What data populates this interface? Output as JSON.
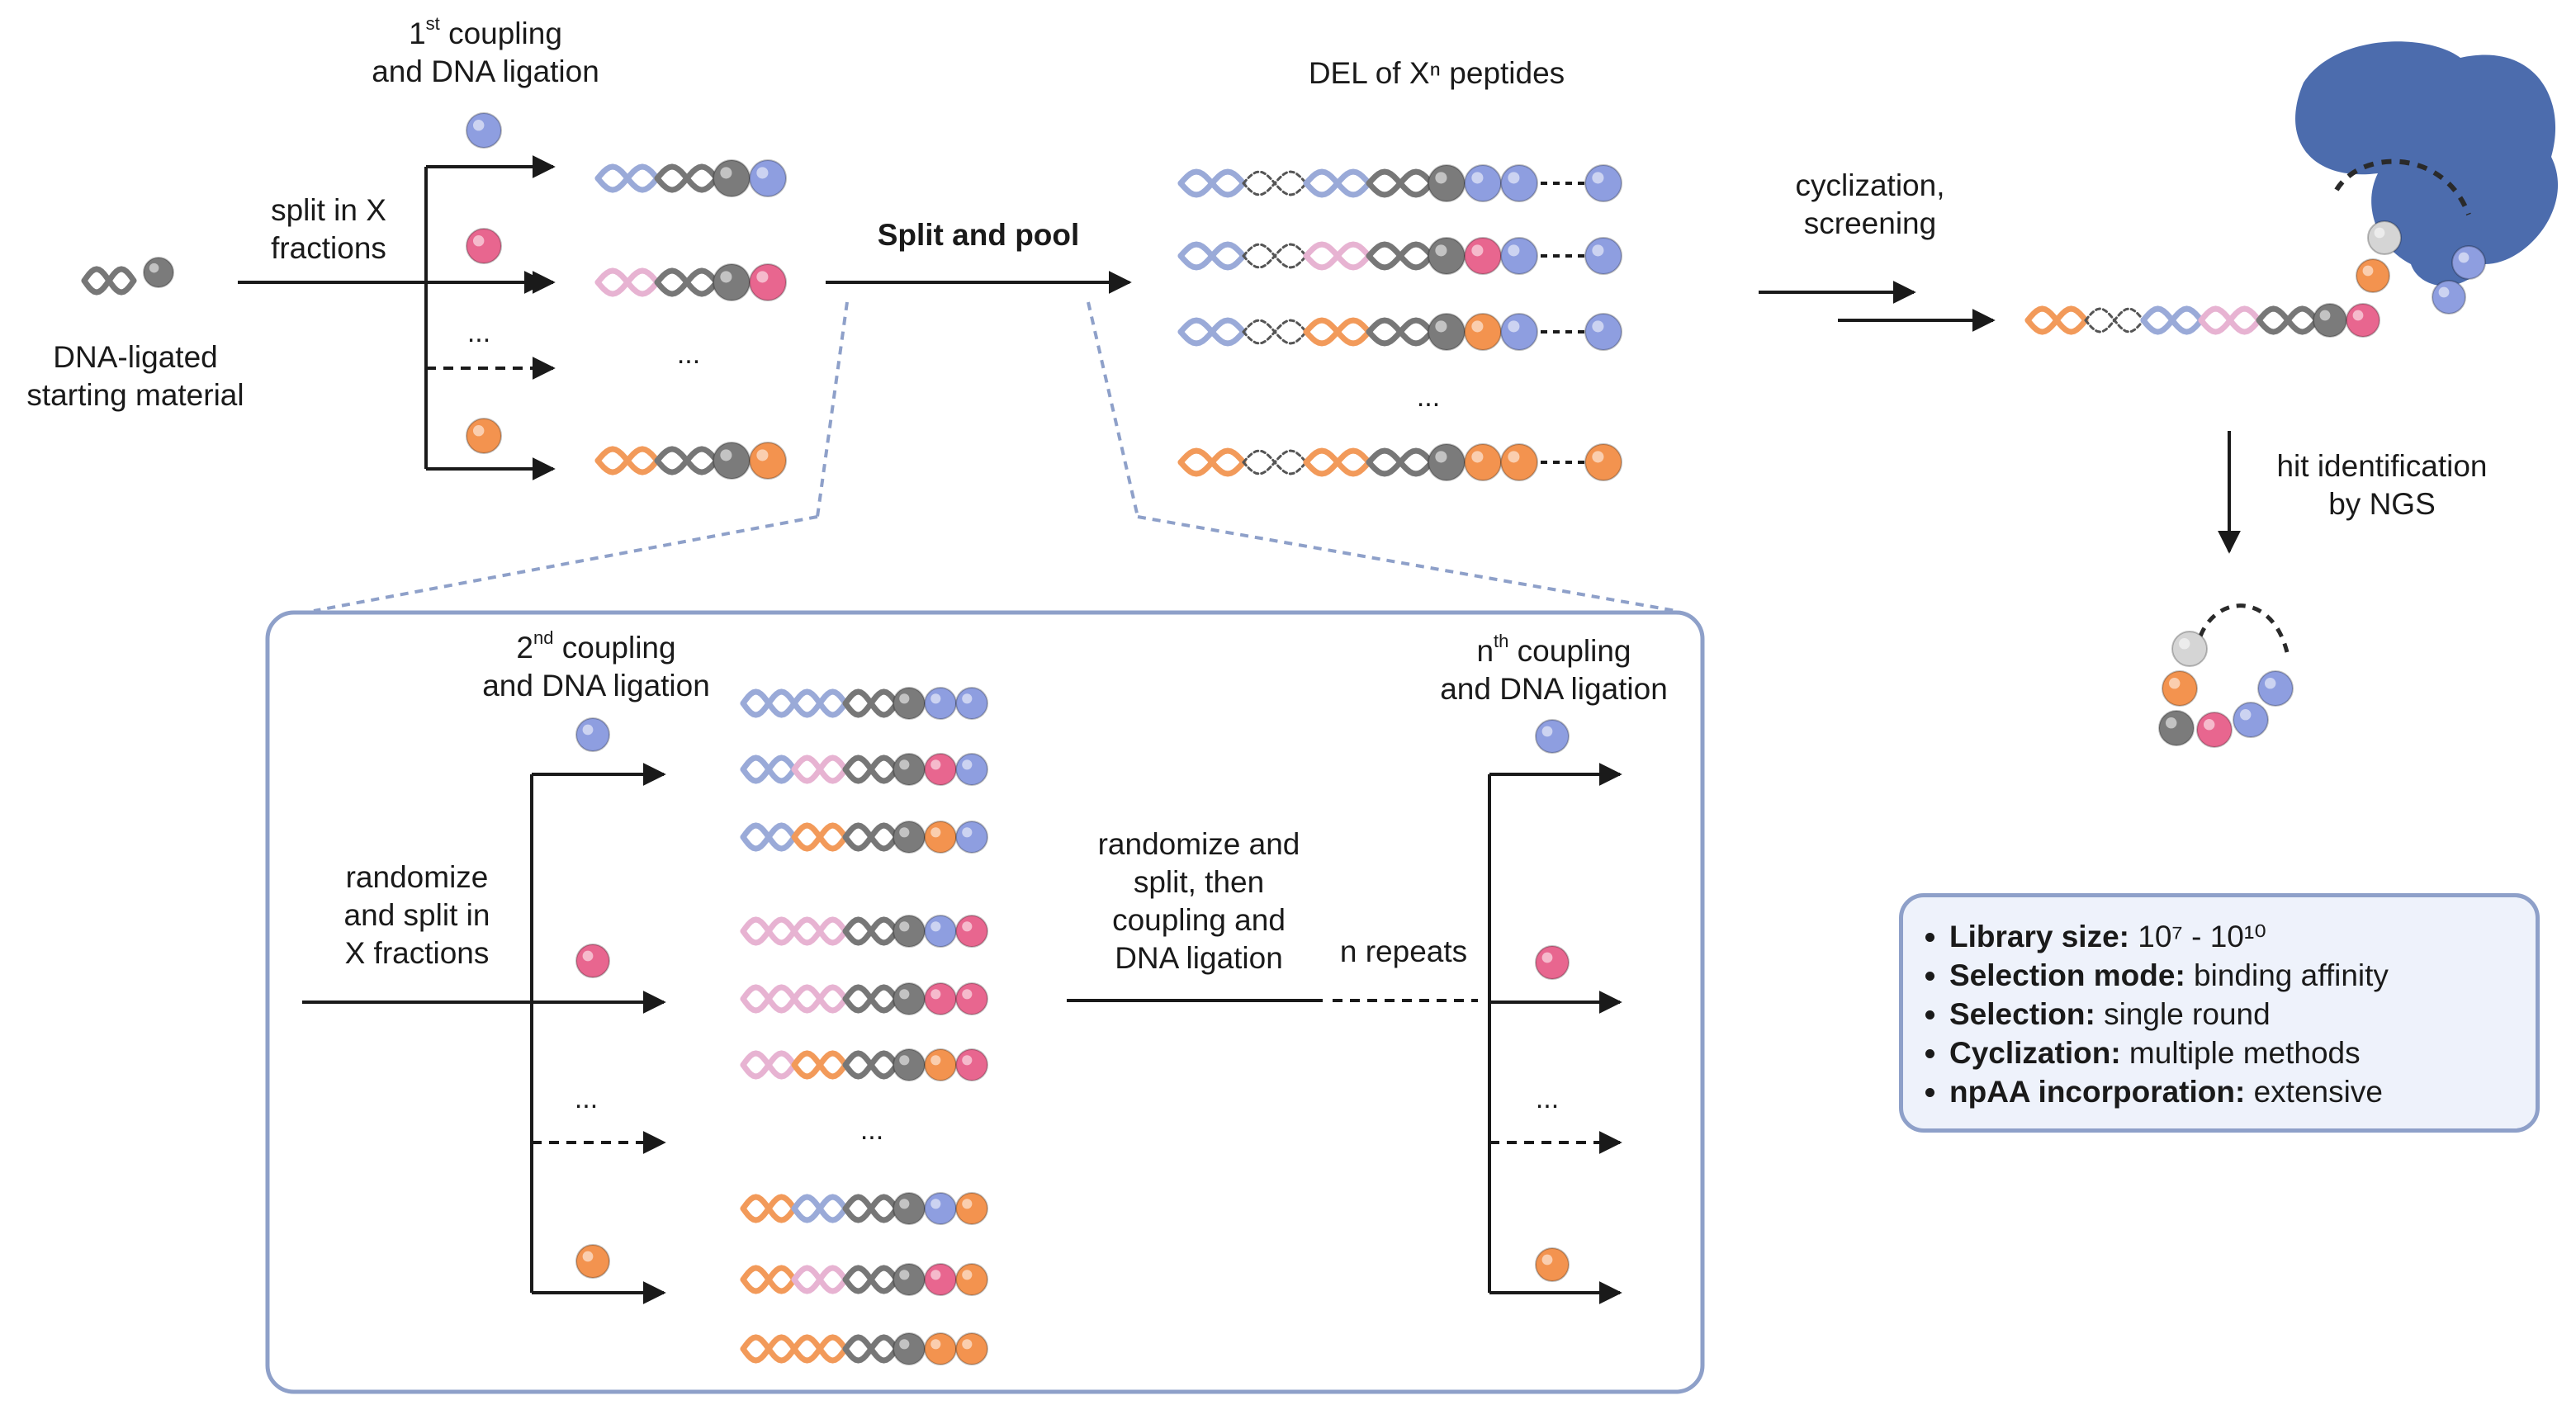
{
  "labels": {
    "starting_material": "DNA-ligated\nstarting material",
    "split_in_x": "split in X\nfractions",
    "first_coupling": "1st coupling\nand DNA ligation",
    "split_and_pool": "Split and pool",
    "del_title": "DEL of Xⁿ peptides",
    "cyclization": "cyclization,\nscreening",
    "hit_identification": "hit identification\nby NGS",
    "second_coupling": "2nd coupling\nand DNA ligation",
    "randomize_split": "randomize\nand split in\nX fractions",
    "randomize_then": "randomize and\nsplit, then\ncoupling and\nDNA ligation",
    "n_repeats_n": "n",
    "n_repeats_rest": " repeats",
    "nth_coupling_n": "n",
    "nth_coupling_rest": "th coupling\nand DNA ligation",
    "ellipsis": "..."
  },
  "info": {
    "items": [
      {
        "key": "Library size:",
        "value": " 10⁷ - 10¹⁰"
      },
      {
        "key": "Selection mode:",
        "value": " binding affinity"
      },
      {
        "key": "Selection:",
        "value": " single round"
      },
      {
        "key": "Cyclization:",
        "value": " multiple methods"
      },
      {
        "key": "npAA incorporation:",
        "value": " extensive"
      }
    ]
  },
  "colors": {
    "blue": "#8e9ee0",
    "pink": "#e8668f",
    "orange": "#f3934f",
    "grey": "#7b7b7b",
    "light_grey": "#d5d5d5",
    "protein": "#3d5fa6",
    "dna_blue": "#9aaad8",
    "dna_pink": "#e7b3d2",
    "dna_orange": "#f29a5a",
    "dna_grey": "#777777",
    "panel_border": "#8ea0c9"
  }
}
